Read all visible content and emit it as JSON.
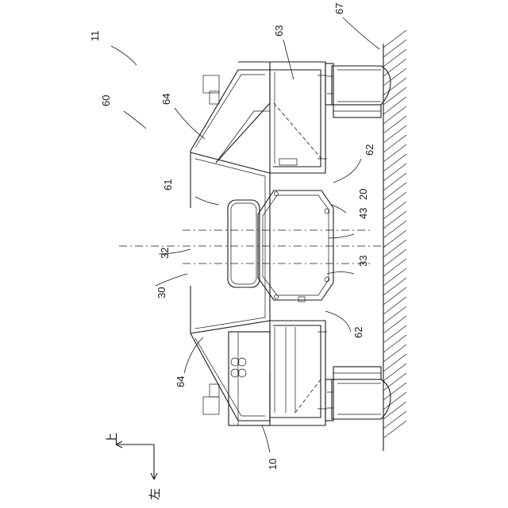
{
  "figure": {
    "labels": [
      {
        "id": "r11",
        "text": "11"
      },
      {
        "id": "r60",
        "text": "60"
      },
      {
        "id": "r63",
        "text": "63"
      },
      {
        "id": "r67",
        "text": "67"
      },
      {
        "id": "r64a",
        "text": "64"
      },
      {
        "id": "r61",
        "text": "61"
      },
      {
        "id": "r62a",
        "text": "62"
      },
      {
        "id": "r20",
        "text": "20"
      },
      {
        "id": "r43",
        "text": "43"
      },
      {
        "id": "r32",
        "text": "32"
      },
      {
        "id": "r33",
        "text": "33"
      },
      {
        "id": "r30",
        "text": "30"
      },
      {
        "id": "r62b",
        "text": "62"
      },
      {
        "id": "r64b",
        "text": "64"
      },
      {
        "id": "r10",
        "text": "10"
      }
    ],
    "direction": {
      "up": "上",
      "left": "左"
    }
  }
}
